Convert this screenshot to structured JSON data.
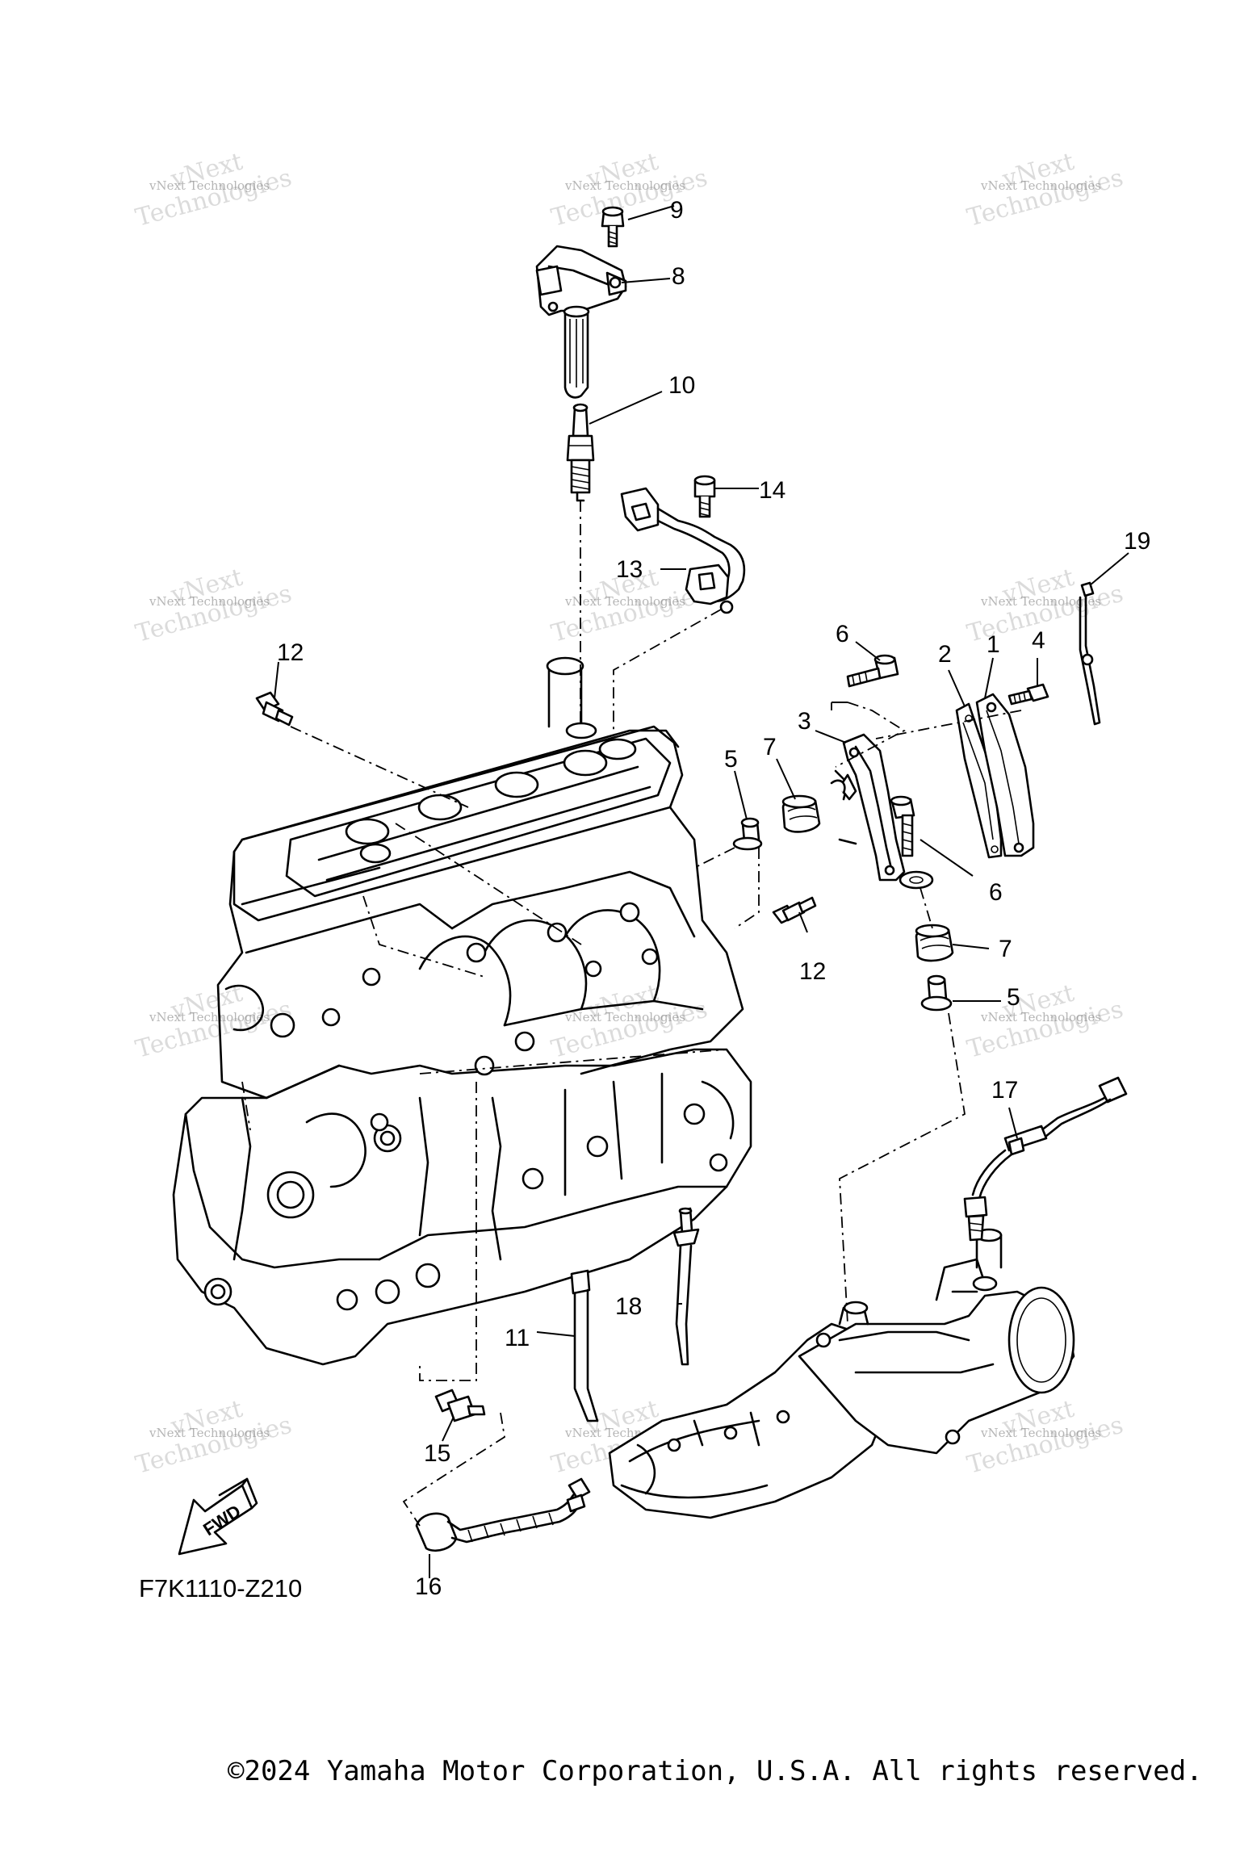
{
  "diagram": {
    "callouts": [
      {
        "id": "1",
        "label": "1"
      },
      {
        "id": "2",
        "label": "2"
      },
      {
        "id": "3",
        "label": "3"
      },
      {
        "id": "4",
        "label": "4"
      },
      {
        "id": "5a",
        "label": "5"
      },
      {
        "id": "5b",
        "label": "5"
      },
      {
        "id": "6a",
        "label": "6"
      },
      {
        "id": "6b",
        "label": "6"
      },
      {
        "id": "7a",
        "label": "7"
      },
      {
        "id": "7b",
        "label": "7"
      },
      {
        "id": "8",
        "label": "8"
      },
      {
        "id": "9",
        "label": "9"
      },
      {
        "id": "10",
        "label": "10"
      },
      {
        "id": "11",
        "label": "11"
      },
      {
        "id": "12a",
        "label": "12"
      },
      {
        "id": "12b",
        "label": "12"
      },
      {
        "id": "13",
        "label": "13"
      },
      {
        "id": "14",
        "label": "14"
      },
      {
        "id": "15",
        "label": "15"
      },
      {
        "id": "16",
        "label": "16"
      },
      {
        "id": "17",
        "label": "17"
      },
      {
        "id": "18",
        "label": "18"
      },
      {
        "id": "19",
        "label": "19"
      }
    ],
    "fwd_label": "FWD",
    "diagram_code": "F7K1110-Z210",
    "copyright": "©2024 Yamaha Motor Corporation, U.S.A. All rights reserved.",
    "watermark": {
      "line1": "vNext Technologies",
      "line2": "vNext",
      "line3": "Technologies"
    }
  }
}
